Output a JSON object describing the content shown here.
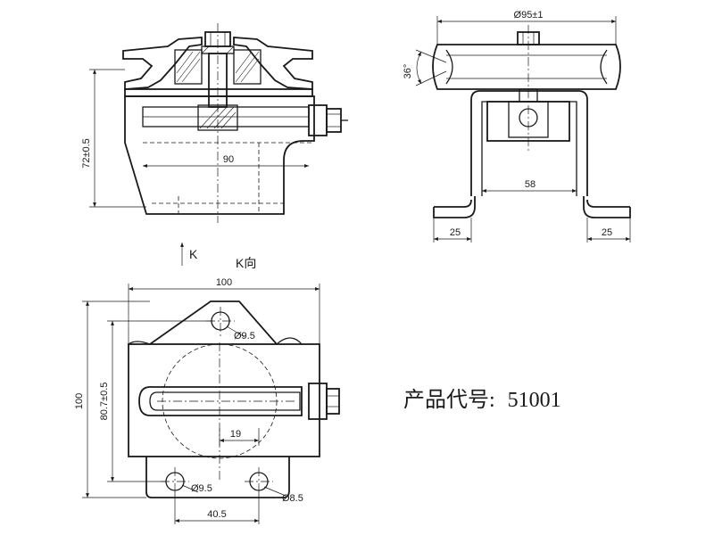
{
  "front_view": {
    "dims": {
      "height": "72±0.5",
      "slot_length": "90"
    }
  },
  "side_view": {
    "dims": {
      "pulley_diameter": "Ø95±1",
      "groove_angle": "36°",
      "bracket_width": "58",
      "foot_left": "25",
      "foot_right": "25"
    }
  },
  "view_marker": {
    "arrow_label": "K",
    "view_label": "K向"
  },
  "top_view": {
    "dims": {
      "width": "100",
      "height": "100",
      "inner_height": "80.7±0.5",
      "hole_top": "Ø9.5",
      "hole_bottom_left": "Ø9.5",
      "hole_bottom_right": "Ø8.5",
      "offset": "19",
      "hole_spacing": "40.5"
    }
  },
  "product_code": {
    "label": "产品代号:",
    "value": "51001"
  }
}
